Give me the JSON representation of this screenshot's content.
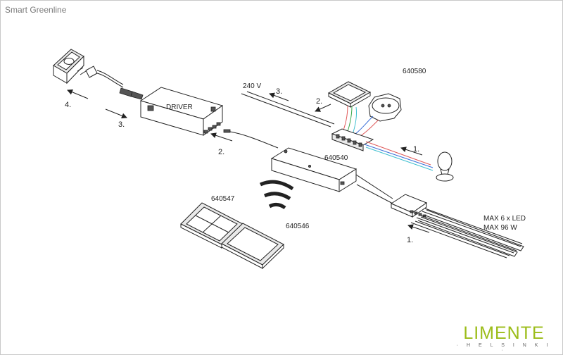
{
  "title": "Smart Greenline",
  "labels": {
    "driver": "DRIVER",
    "voltage": "240 V",
    "wall_switch": "640580",
    "receiver": "640540",
    "remote_double": "640547",
    "remote_single": "640546",
    "max_led": "MAX 6 x LED",
    "max_w": "MAX 96 W"
  },
  "steps": {
    "plug": "4.",
    "driver_cable": "3.",
    "driver_out": "2.",
    "mains": "3.",
    "switch": "2.",
    "bulb": "1.",
    "strips": "1."
  },
  "brand": {
    "name": "LIMENTE",
    "sub": "· H E L S I N K I ·",
    "color": "#9cbd1a"
  },
  "wire_colors": {
    "red": "#e05a5a",
    "blue": "#3a6fd8",
    "cyan": "#3fbfd0",
    "green": "#3aa84a"
  }
}
